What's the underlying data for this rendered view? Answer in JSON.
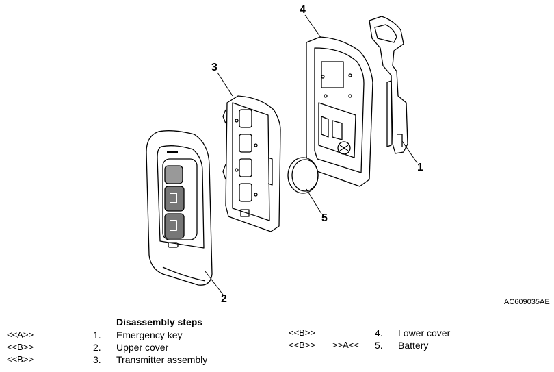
{
  "figure": {
    "callouts": [
      "1",
      "2",
      "3",
      "4",
      "5"
    ],
    "code": "AC609035AE"
  },
  "steps": {
    "title": "Disassembly steps",
    "left": [
      {
        "ref": "<<A>>",
        "num": "1.",
        "label": "Emergency key"
      },
      {
        "ref": "<<B>>",
        "num": "2.",
        "label": "Upper cover"
      },
      {
        "ref": "<<B>>",
        "num": "3.",
        "label": "Transmitter assembly"
      }
    ],
    "right": [
      {
        "ref": "<<B>>",
        "ref2": "",
        "num": "4.",
        "label": "Lower cover"
      },
      {
        "ref": "<<B>>",
        "ref2": ">>A<<",
        "num": "5.",
        "label": "Battery"
      }
    ]
  }
}
